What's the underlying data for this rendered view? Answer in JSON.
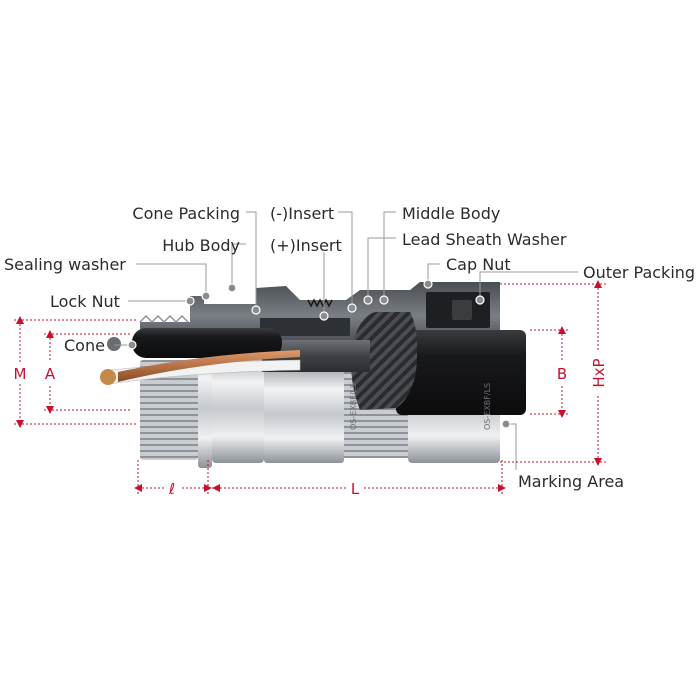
{
  "labels": {
    "cone_packing": "Cone Packing",
    "hub_body": "Hub Body",
    "sealing_washer": "Sealing washer",
    "lock_nut": "Lock Nut",
    "cone": "Cone",
    "minus_insert": "(-)Insert",
    "plus_insert": "(+)Insert",
    "middle_body": "Middle Body",
    "lead_sheath_washer": "Lead Sheath Washer",
    "cap_nut": "Cap Nut",
    "outer_packing": "Outer Packing",
    "marking_area": "Marking Area"
  },
  "dimensions": {
    "M": "M",
    "A": "A",
    "B": "B",
    "HxP": "HxP",
    "l": "ℓ",
    "L": "L"
  },
  "marking_text": "OS-EXBF/LS",
  "colors": {
    "dimension": "#c8102e",
    "label": "#2b2b2b",
    "leader": "#9a9a9a",
    "metal_dark": "#5a5e63",
    "metal_light": "#d9dcdf",
    "cable_black": "#1c1c1e",
    "copper": "#b86a3c"
  }
}
